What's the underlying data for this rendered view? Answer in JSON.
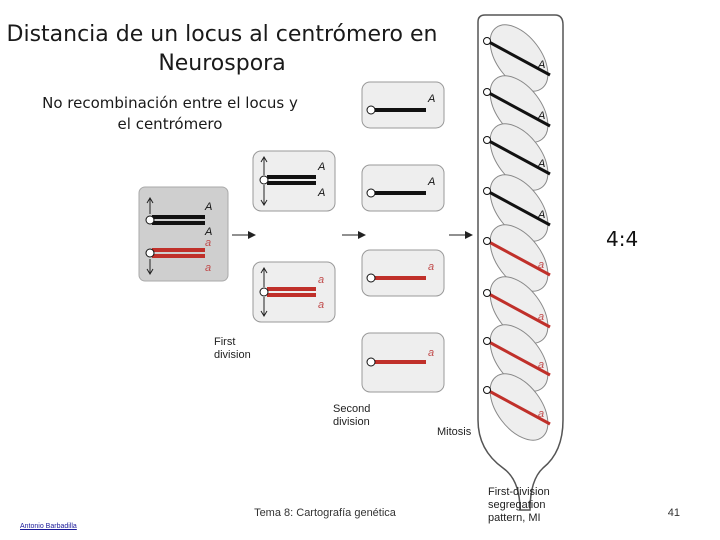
{
  "title": "Distancia de un locus al centrómero en Neurospora",
  "subtitle": "No recombinación entre el locus y el centrómero",
  "ratio": "4:4",
  "footer": {
    "topic": "Tema 8: Cartografía genética",
    "page": "41",
    "author": "Antonio Barbadilla"
  },
  "diagram": {
    "first_division": "First division",
    "second_division": "Second division",
    "mitosis": "Mitosis",
    "segregation": "First-division segregation pattern, MI",
    "allele_dominant": "A",
    "allele_recessive": "a",
    "colors": {
      "dominant": "#111111",
      "recessive": "#c0302a",
      "recessive_label": "#c04a4a",
      "panel_bg": "#eeeeee",
      "meiocyte_bg": "#cfcfcf"
    }
  }
}
